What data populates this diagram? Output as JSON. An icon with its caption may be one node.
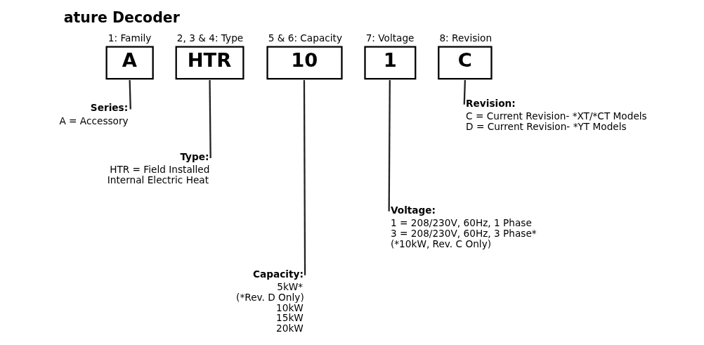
{
  "diagram": {
    "title": "ature Decoder",
    "nodes": [
      {
        "text": [
          "1: Family",
          "A"
        ]
      },
      {
        "text": [
          "2, 3 & 4: Type",
          "HTR"
        ]
      },
      {
        "text": [
          "5 & 6: Capacity",
          "10"
        ]
      },
      {
        "text": [
          "7: Voltage",
          "1"
        ]
      },
      {
        "text": [
          "8: Revision",
          "C"
        ]
      },
      {
        "text": [
          "Series:",
          "A = Accessory"
        ]
      },
      {
        "text": [
          "Type:",
          "HTR = Field Installed Internal Electric Heat"
        ]
      },
      {
        "text": [
          "Capacity:",
          "5kW*",
          "(*Rev. D Only)",
          "10kW",
          "15kW",
          "20kW"
        ]
      },
      {
        "text": [
          "Voltage:",
          "1 = 208/230V, 60Hz, 1 Phase",
          "3 = 208/230V, 60Hz, 3 Phase*",
          "(*10kW, Rev. C Only)"
        ]
      },
      {
        "text": [
          "Revision:",
          "C = Current Revision- *XT/*CT Models",
          "D = Current Revision- *YT Models"
        ]
      }
    ],
    "edges": [
      {
        "from": 0,
        "to": 5,
        "arrow": "none"
      },
      {
        "from": 1,
        "to": 6,
        "arrow": "none"
      },
      {
        "from": 2,
        "to": 7,
        "arrow": "none"
      },
      {
        "from": 3,
        "to": 8,
        "arrow": "none"
      },
      {
        "from": 4,
        "to": 9,
        "arrow": "none"
      }
    ]
  }
}
